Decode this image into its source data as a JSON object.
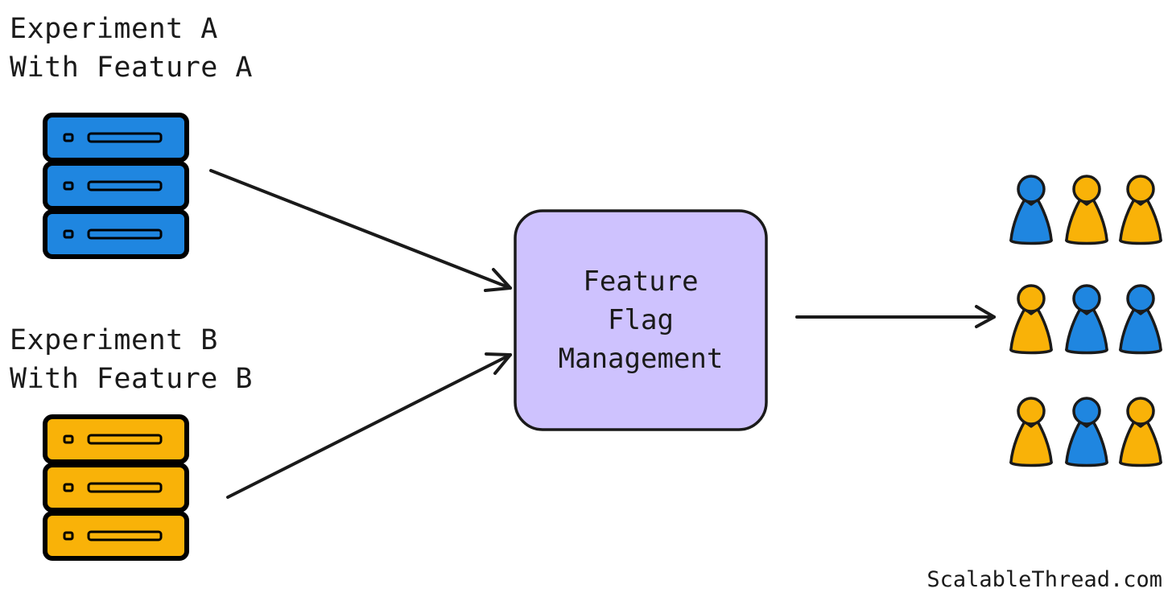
{
  "experiment_a": {
    "line1": "Experiment A",
    "line2": "With Feature A",
    "color": "#1F86E0"
  },
  "experiment_b": {
    "line1": "Experiment B",
    "line2": "With Feature B",
    "color": "#F9B208"
  },
  "flag_manager": {
    "line1": "Feature",
    "line2": "Flag",
    "line3": "Management",
    "color": "#CEC2FE"
  },
  "users": {
    "icon": "person-icon",
    "grid": [
      [
        "blue",
        "yellow",
        "yellow"
      ],
      [
        "yellow",
        "blue",
        "blue"
      ],
      [
        "yellow",
        "blue",
        "yellow"
      ]
    ],
    "colors": {
      "blue": "#1F86E0",
      "yellow": "#F9B208"
    }
  },
  "watermark": "ScalableThread.com"
}
